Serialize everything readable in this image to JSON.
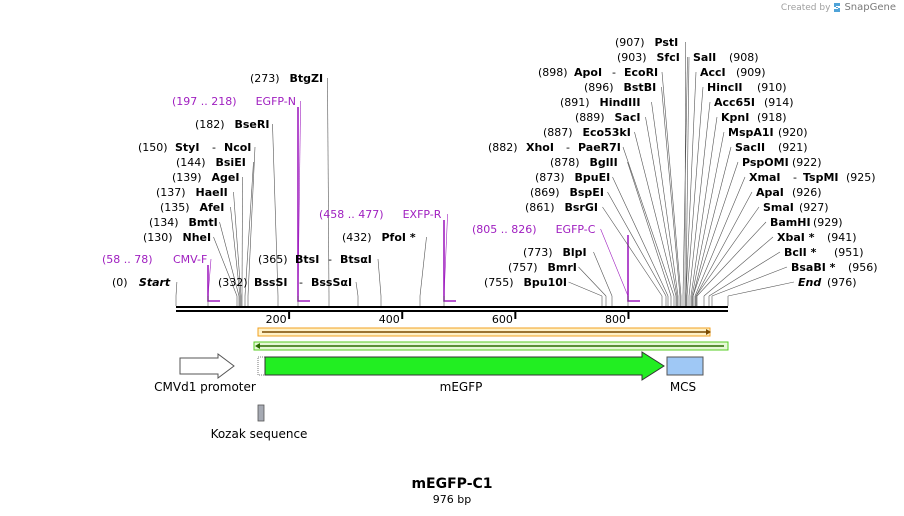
{
  "brand": {
    "prefix": "Created by",
    "name": "SnapGene"
  },
  "title": "mEGFP-C1",
  "subtitle": "976 bp",
  "colors": {
    "primer": "#a020c0",
    "gene_fill": "#22ee22",
    "mcs_fill": "#9fc8f5",
    "track_orange": "#f0a020",
    "track_green": "#55cc22"
  },
  "ruler": {
    "total": 976,
    "ticks": [
      {
        "pos": 200,
        "label": "200"
      },
      {
        "pos": 400,
        "label": "400"
      },
      {
        "pos": 600,
        "label": "600"
      },
      {
        "pos": 800,
        "label": "800"
      }
    ]
  },
  "sites_left": [
    {
      "pos": "(0)",
      "name": "Start",
      "style": "bi"
    },
    {
      "pos": "(58 .. 78)",
      "name": "CMV-F",
      "style": "primer"
    },
    {
      "pos": "(130)",
      "name": "NheI",
      "style": "b"
    },
    {
      "pos": "(134)",
      "name": "BmtI",
      "style": "b"
    },
    {
      "pos": "(135)",
      "name": "AfeI",
      "style": "b"
    },
    {
      "pos": "(137)",
      "name": "HaeII",
      "style": "b"
    },
    {
      "pos": "(139)",
      "name": "AgeI",
      "style": "b"
    },
    {
      "pos": "(144)",
      "name": "BsiEI",
      "style": "b"
    },
    {
      "pos": "(150)",
      "name": "StyI",
      "name2": "NcoI",
      "style": "b"
    },
    {
      "pos": "(182)",
      "name": "BseRI",
      "style": "b"
    },
    {
      "pos": "(197 .. 218)",
      "name": "EGFP-N",
      "style": "primer"
    },
    {
      "pos": "(273)",
      "name": "BtgZI",
      "style": "b"
    },
    {
      "pos": "(332)",
      "name": "BssSI",
      "name2": "BssSαI",
      "style": "b"
    },
    {
      "pos": "(365)",
      "name": "BtsI",
      "name2": "BtsαI",
      "style": "b"
    },
    {
      "pos": "(432)",
      "name": "PfoI *",
      "style": "b"
    },
    {
      "pos": "(458 .. 477)",
      "name": "EXFP-R",
      "style": "primer"
    }
  ],
  "sites_right": [
    {
      "pos": "(755)",
      "name": "Bpu10I",
      "style": "b"
    },
    {
      "pos": "(757)",
      "name": "BmrI",
      "style": "b"
    },
    {
      "pos": "(773)",
      "name": "BlpI",
      "style": "b"
    },
    {
      "pos": "(805 .. 826)",
      "name": "EGFP-C",
      "style": "primer"
    },
    {
      "pos": "(861)",
      "name": "BsrGI",
      "style": "b"
    },
    {
      "pos": "(869)",
      "name": "BspEI",
      "style": "b"
    },
    {
      "pos": "(873)",
      "name": "BpuEI",
      "style": "b"
    },
    {
      "pos": "(878)",
      "name": "BglII",
      "style": "b"
    },
    {
      "pos": "(882)",
      "name": "XhoI",
      "name2": "PaeR7I",
      "style": "b"
    },
    {
      "pos": "(887)",
      "name": "Eco53kI",
      "style": "b"
    },
    {
      "pos": "(889)",
      "name": "SacI",
      "style": "b"
    },
    {
      "pos": "(891)",
      "name": "HindIII",
      "style": "b"
    },
    {
      "pos": "(896)",
      "name": "BstBI",
      "style": "b"
    },
    {
      "pos": "(898)",
      "name": "ApoI",
      "name2": "EcoRI",
      "style": "b"
    },
    {
      "pos": "(903)",
      "name": "SfcI",
      "style": "b"
    },
    {
      "pos": "(907)",
      "name": "PstI",
      "style": "b"
    },
    {
      "pos": "(908)",
      "name": "SalI",
      "style": "b"
    },
    {
      "pos": "(909)",
      "name": "AccI",
      "style": "b"
    },
    {
      "pos": "(910)",
      "name": "HincII",
      "style": "b"
    },
    {
      "pos": "(914)",
      "name": "Acc65I",
      "style": "b"
    },
    {
      "pos": "(918)",
      "name": "KpnI",
      "style": "b"
    },
    {
      "pos": "(920)",
      "name": "MspA1I",
      "style": "b"
    },
    {
      "pos": "(921)",
      "name": "SacII",
      "style": "b"
    },
    {
      "pos": "(922)",
      "name": "PspOMI",
      "style": "b"
    },
    {
      "pos": "(925)",
      "name": "XmaI",
      "name2": "TspMI",
      "style": "b"
    },
    {
      "pos": "(926)",
      "name": "ApaI",
      "style": "b"
    },
    {
      "pos": "(927)",
      "name": "SmaI",
      "style": "b"
    },
    {
      "pos": "(929)",
      "name": "BamHI",
      "style": "b"
    },
    {
      "pos": "(941)",
      "name": "XbaI *",
      "style": "b"
    },
    {
      "pos": "(951)",
      "name": "BclI *",
      "style": "b"
    },
    {
      "pos": "(956)",
      "name": "BsaBI *",
      "style": "b"
    },
    {
      "pos": "(976)",
      "name": "End",
      "style": "bi"
    }
  ],
  "features": [
    {
      "name": "CMVd1 promoter",
      "kind": "promoter"
    },
    {
      "name": "mEGFP",
      "kind": "gene"
    },
    {
      "name": "MCS",
      "kind": "mcs"
    },
    {
      "name": "Kozak sequence",
      "kind": "kozak"
    }
  ]
}
